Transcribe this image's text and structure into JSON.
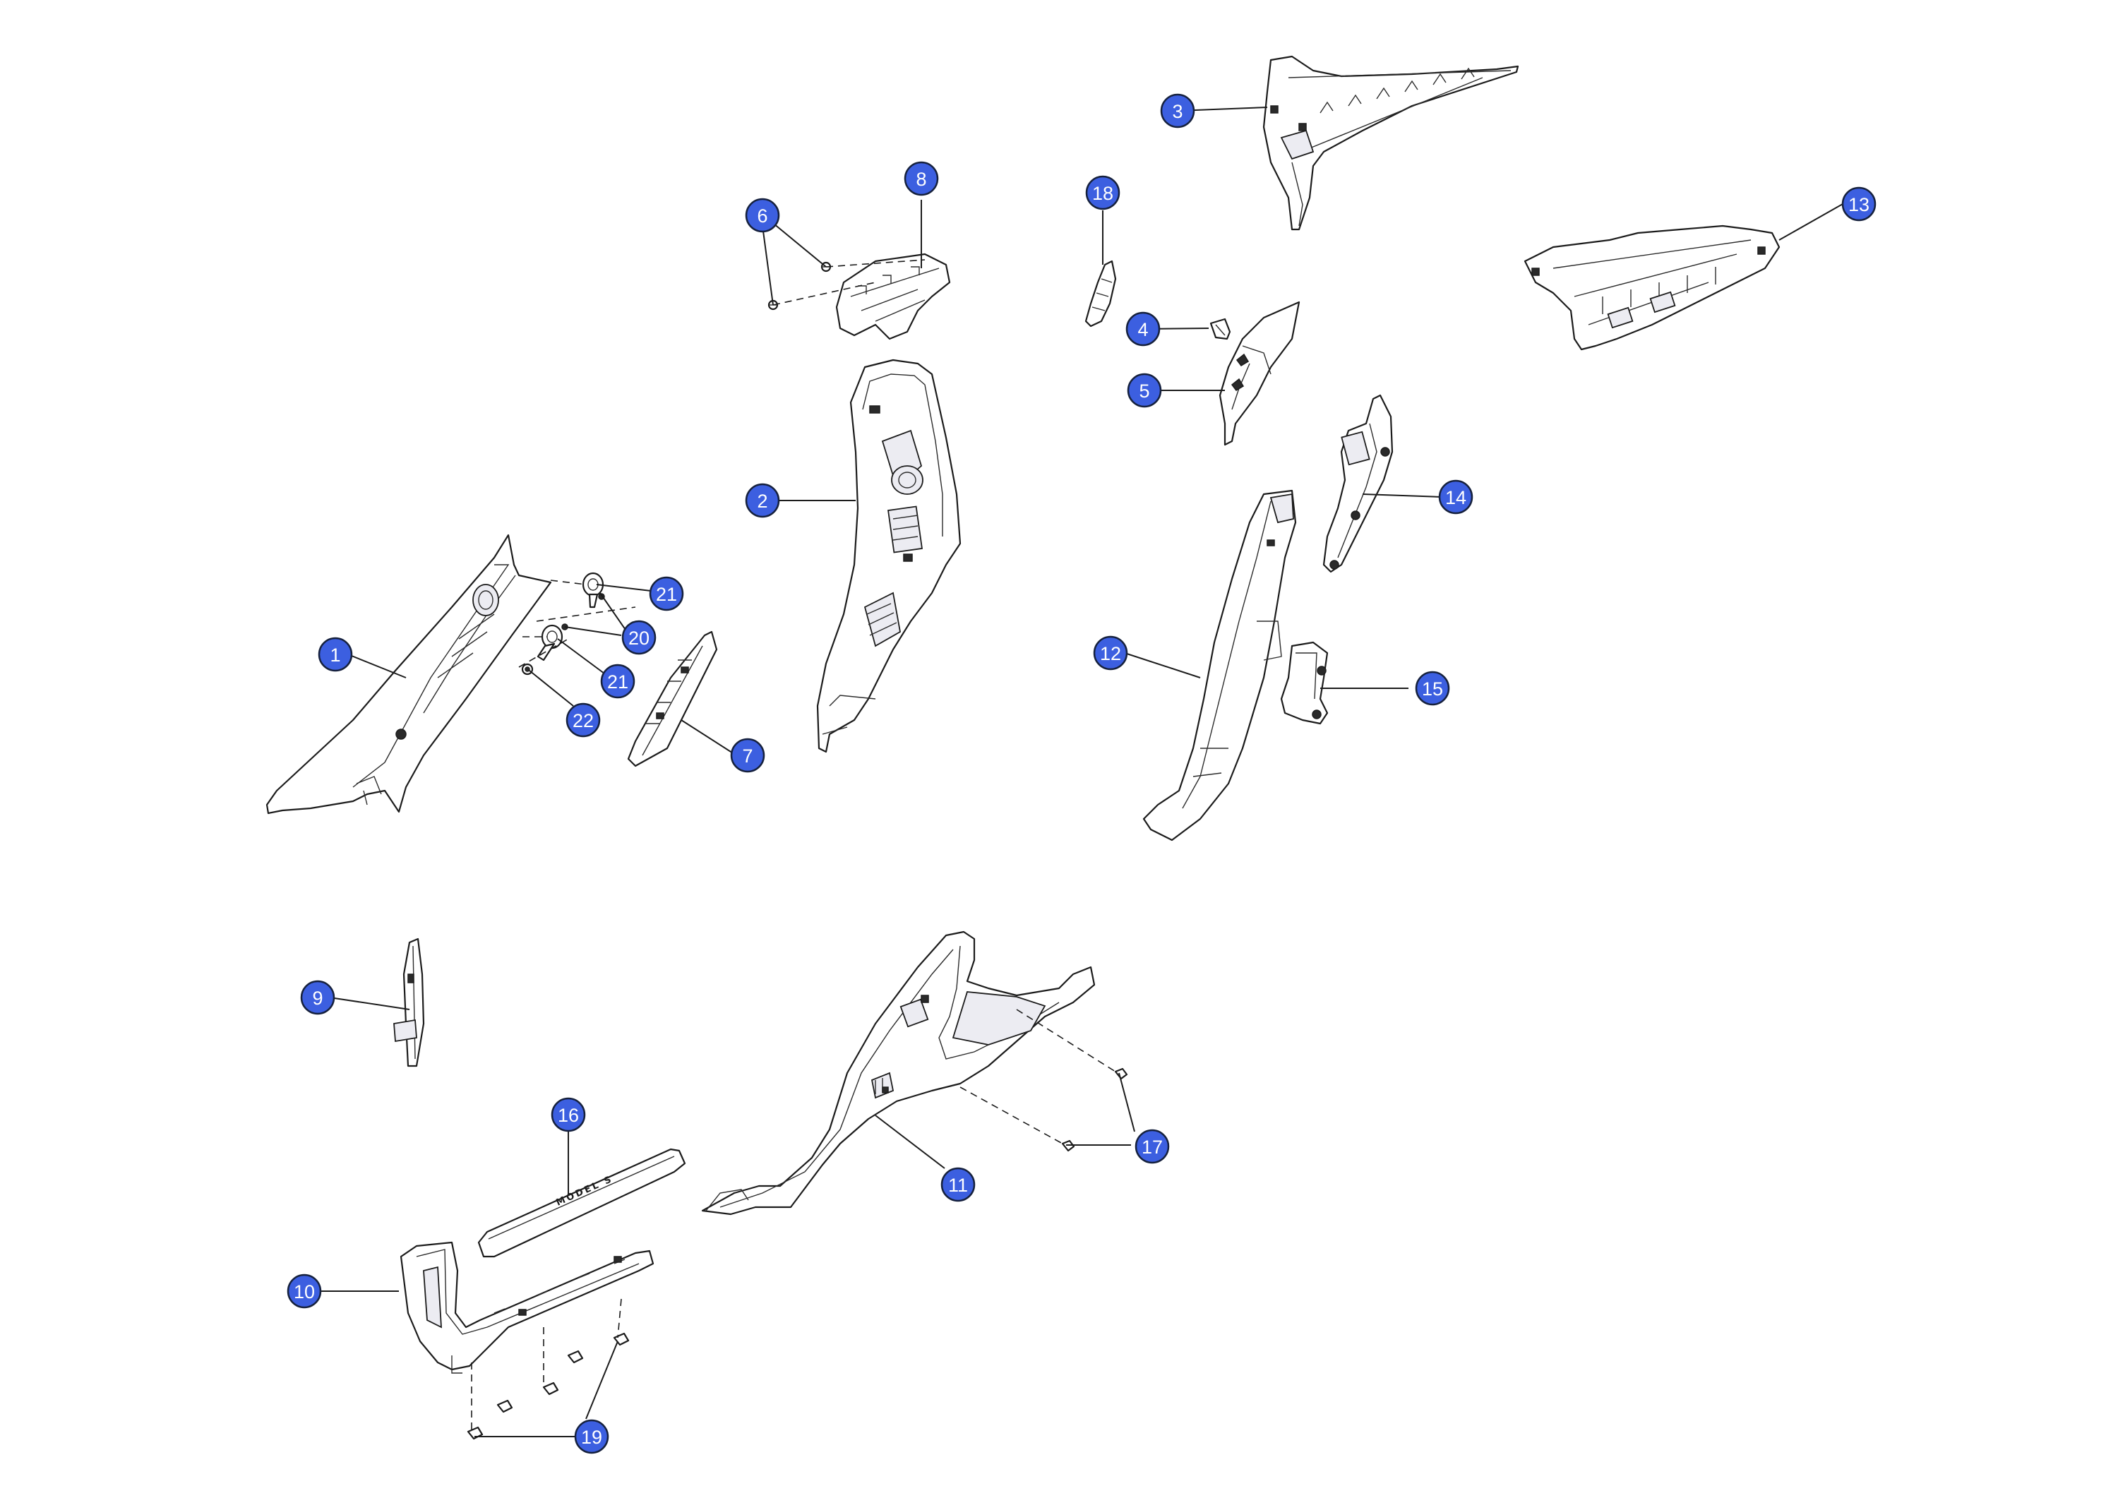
{
  "diagram": {
    "sill_badge_text": "MODEL S",
    "callouts": [
      {
        "id": "1",
        "label": "1"
      },
      {
        "id": "2",
        "label": "2"
      },
      {
        "id": "3",
        "label": "3"
      },
      {
        "id": "4",
        "label": "4"
      },
      {
        "id": "5",
        "label": "5"
      },
      {
        "id": "6",
        "label": "6"
      },
      {
        "id": "7",
        "label": "7"
      },
      {
        "id": "8",
        "label": "8"
      },
      {
        "id": "9",
        "label": "9"
      },
      {
        "id": "10",
        "label": "10"
      },
      {
        "id": "11",
        "label": "11"
      },
      {
        "id": "12",
        "label": "12"
      },
      {
        "id": "13",
        "label": "13"
      },
      {
        "id": "14",
        "label": "14"
      },
      {
        "id": "15",
        "label": "15"
      },
      {
        "id": "16",
        "label": "16"
      },
      {
        "id": "17",
        "label": "17"
      },
      {
        "id": "18",
        "label": "18"
      },
      {
        "id": "19",
        "label": "19"
      },
      {
        "id": "20",
        "label": "20"
      },
      {
        "id": "21a",
        "label": "21"
      },
      {
        "id": "21b",
        "label": "21"
      },
      {
        "id": "22",
        "label": "22"
      }
    ],
    "colors": {
      "callout_fill": "#3c5fe0",
      "line": "#1c1c1c",
      "background": "#ffffff"
    }
  }
}
